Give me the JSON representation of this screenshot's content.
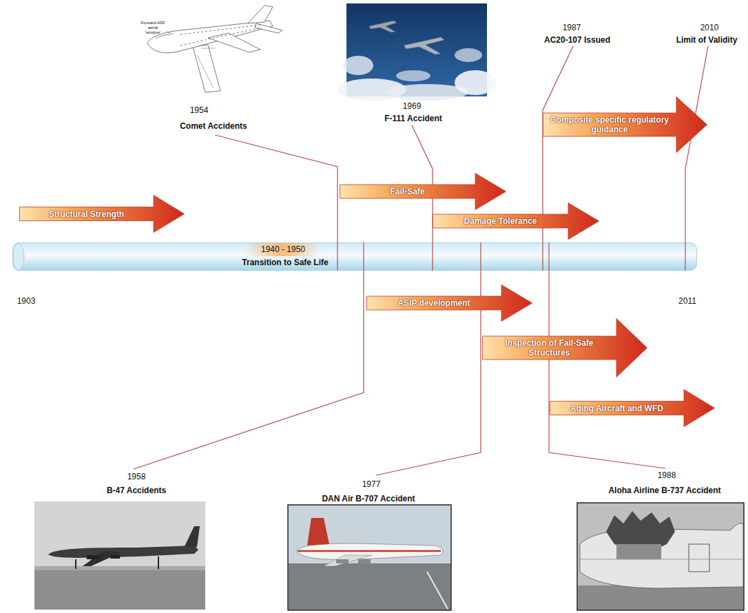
{
  "diagram": {
    "nodes": [
      {
        "text": [
          "Composite specific regulatory guidance"
        ]
      },
      {
        "text": [
          "Fail-Safe"
        ]
      },
      {
        "text": [
          "Structural Strength"
        ]
      },
      {
        "text": [
          "Damage Tolerance"
        ]
      },
      {
        "text": [
          "1940 - 1950",
          "Transition to Safe Life"
        ]
      },
      {
        "text": [
          "ASIP development"
        ]
      },
      {
        "text": [
          "Inspection of Fail-Safe Structures"
        ]
      },
      {
        "text": [
          "Aging Aircraft and WFD"
        ]
      }
    ],
    "labels": [
      "1954",
      "Comet Accidents",
      "1969",
      "F-111 Accident",
      "1987",
      "AC20-107 Issued",
      "2010",
      "Limit of Validity",
      "1903",
      "2011",
      "1958",
      "B-47 Accidents",
      "1977",
      "DAN Air B-707 Accident",
      "1988",
      "Aloha Airline B-737 Accident",
      "Forward ADF aerial 'window'"
    ]
  }
}
